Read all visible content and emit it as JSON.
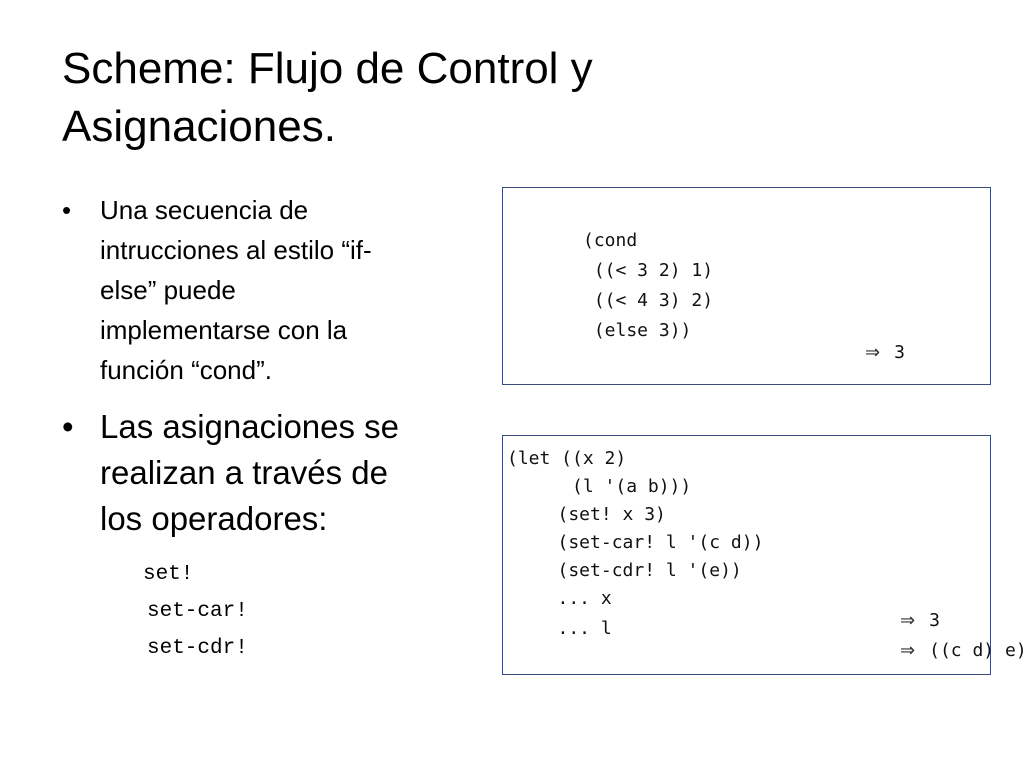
{
  "slide": {
    "title_lines": [
      "Scheme: Flujo de Control y",
      "Asignaciones."
    ],
    "bullet_marker": "•",
    "bullets": [
      {
        "lines": [
          "Una secuencia de",
          "intrucciones al estilo “if-",
          "else” puede",
          "implementarse con la",
          "función “cond”."
        ]
      },
      {
        "lines": [
          "Las asignaciones se",
          "realizan a través de",
          "los operadores:"
        ]
      }
    ],
    "operators": [
      "set!",
      "set-car!",
      "set-cdr!"
    ]
  },
  "code_examples": {
    "arrow": "⇒",
    "cond": {
      "lines": [
        "(cond",
        " ((< 3 2) 1)",
        " ((< 4 3) 2)",
        " (else 3))"
      ],
      "result": "3"
    },
    "let": {
      "lines": [
        "(let ((x 2)",
        "      (l '(a b)))",
        "   (set! x 3)",
        "   (set-car! l '(c d))",
        "   (set-cdr! l '(e))",
        "   ... x",
        "   ... l"
      ],
      "results": [
        "3",
        "((c d) e)"
      ]
    }
  }
}
